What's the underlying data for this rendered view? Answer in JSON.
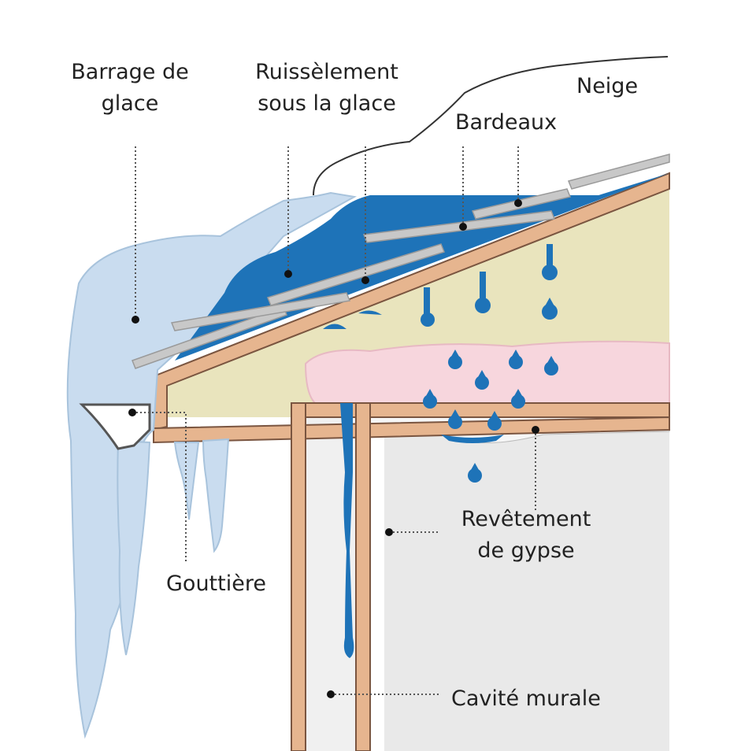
{
  "labels": {
    "ice_dam": {
      "line1": "Barrage de",
      "line2": "glace"
    },
    "runoff": {
      "line1": "Ruissèlement",
      "line2": "sous la glace"
    },
    "snow": "Neige",
    "shingles": "Bardeaux",
    "gutter": "Gouttière",
    "gypsum": {
      "line1": "Revêtement",
      "line2": "de gypse"
    },
    "wall_cavity": "Cavité murale"
  },
  "colors": {
    "ice": "#c9dcef",
    "water": "#1e73b8",
    "attic": "#e9e4bd",
    "insulation": "#f7d6dd",
    "wood": "#e6b58f",
    "wood_outline": "#7a5540",
    "shingle": "#c8c8c8",
    "wall_cavity": "#f2f2f2",
    "wall_inside": "#e8e8e8",
    "leader": "#555555"
  }
}
